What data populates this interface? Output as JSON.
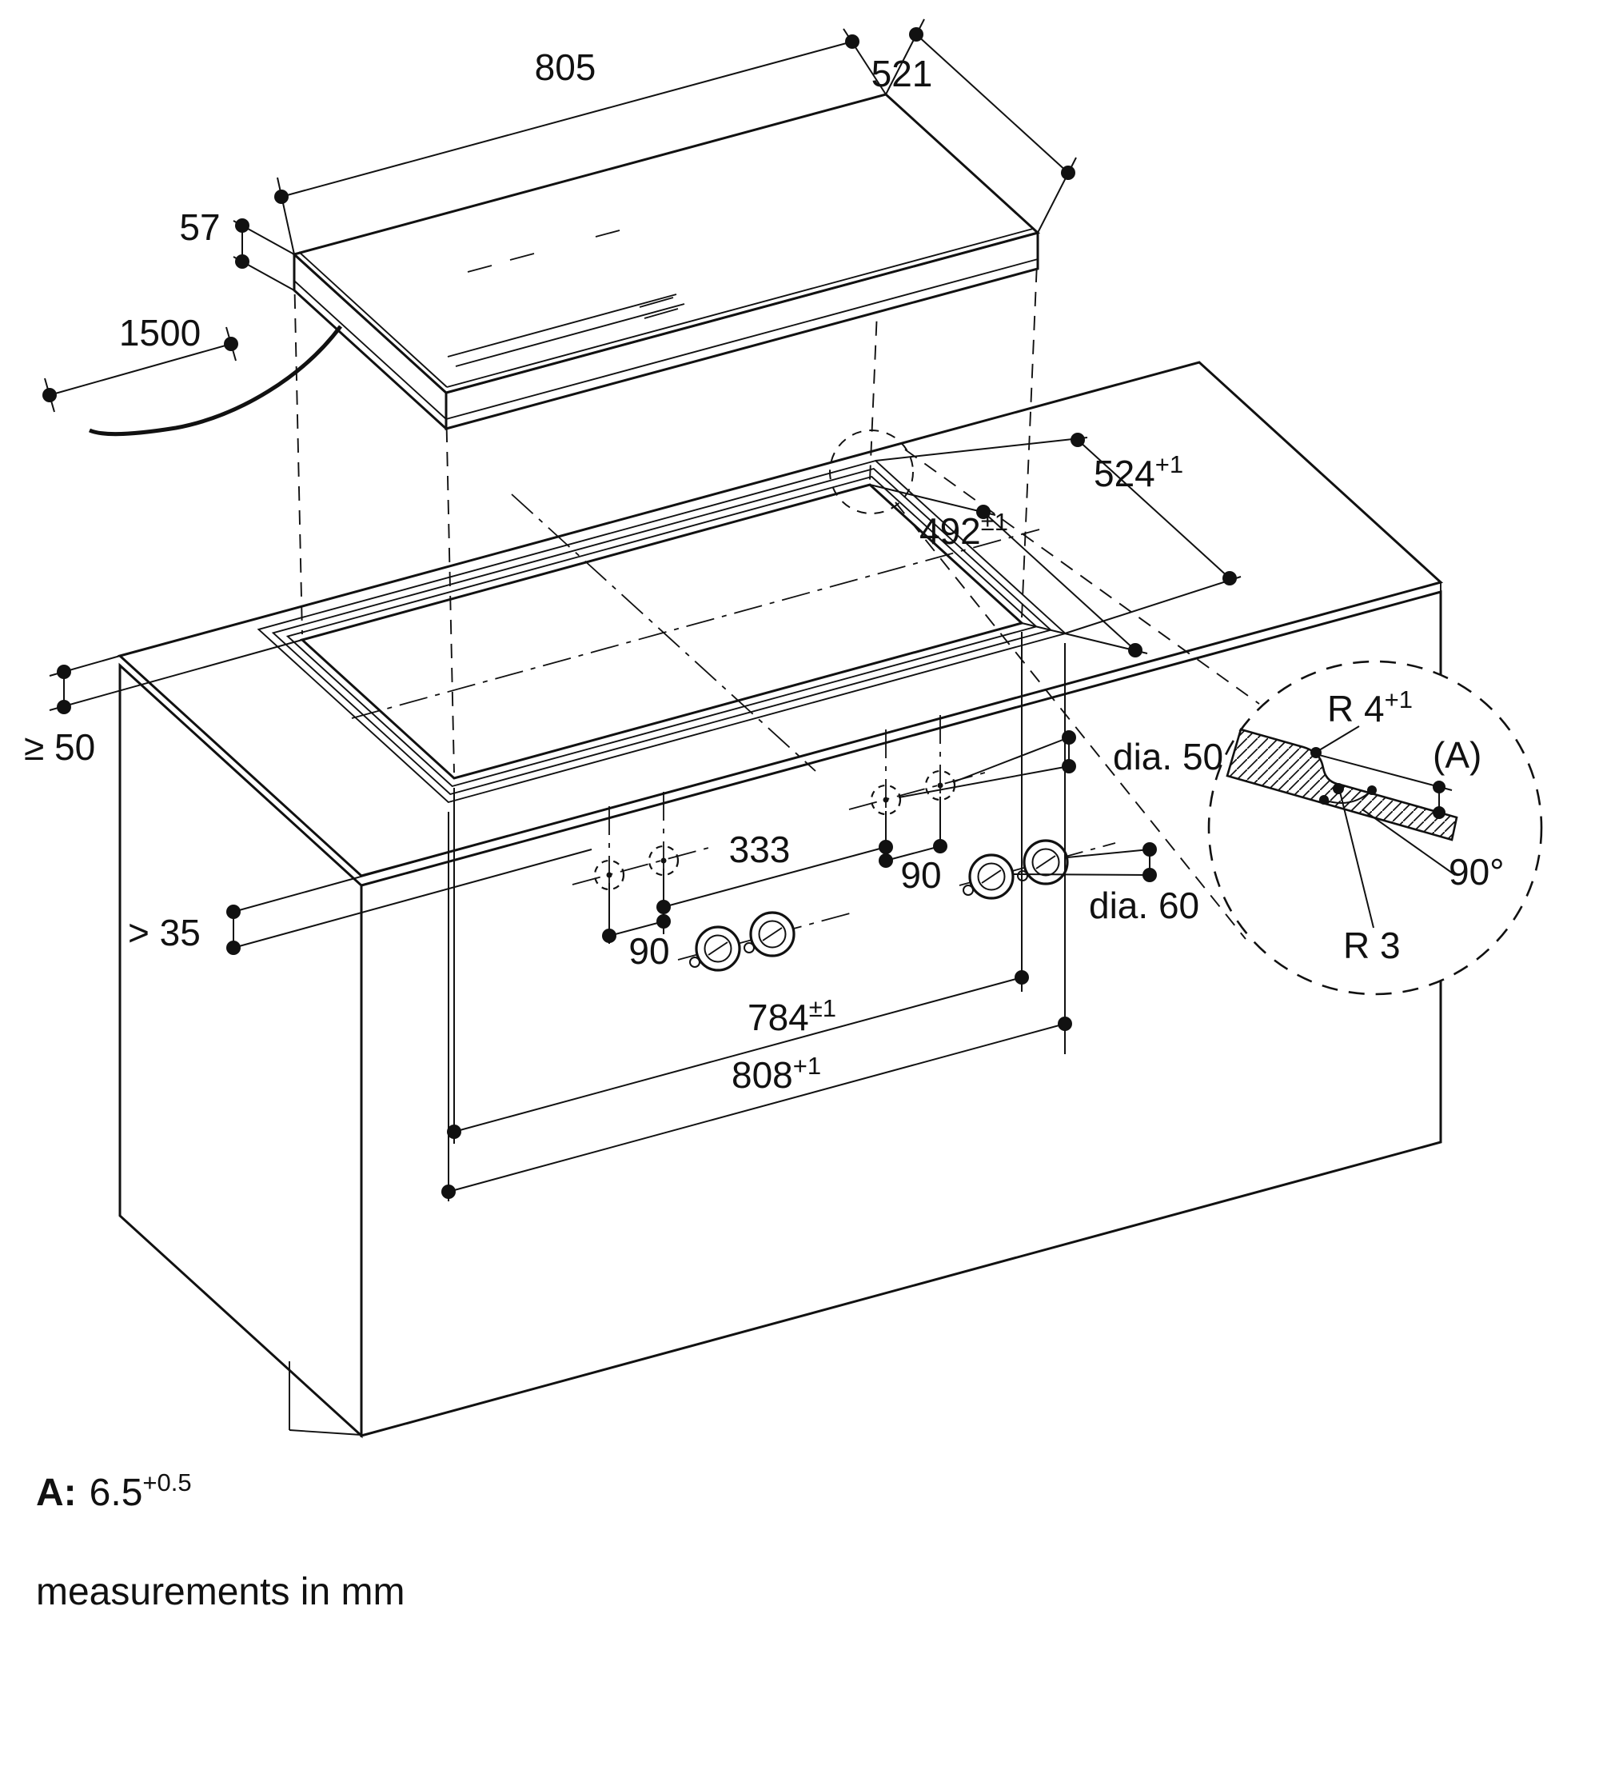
{
  "drawing": {
    "cooktop": {
      "width": "805",
      "depth": "521",
      "height": "57",
      "cable_length": "1500"
    },
    "worktop": {
      "cutout_depth_outer": {
        "main": "524",
        "sup": "+1"
      },
      "cutout_depth_inner": {
        "main": "492",
        "sup": "±1"
      },
      "side_clearance": "≥ 50",
      "front_clearance": "> 35",
      "cutout_width_inner": {
        "main": "784",
        "sup": "±1"
      },
      "cutout_width_outer": {
        "main": "808",
        "sup": "+1"
      }
    },
    "controls": {
      "hole_diameter": "dia. 50",
      "knob_diameter": "dia. 60",
      "group_spacing": "333",
      "pair_spacing_left": "90",
      "pair_spacing_right": "90"
    },
    "detail": {
      "radius_top": {
        "main": "R 4",
        "sup": "+1"
      },
      "height_ref": "(A)",
      "angle": "90°",
      "radius_bottom": "R 3"
    },
    "footer": {
      "a_key": "A:",
      "a_value": "6.5",
      "a_tolerance": "+0.5",
      "note": "measurements in mm"
    }
  }
}
